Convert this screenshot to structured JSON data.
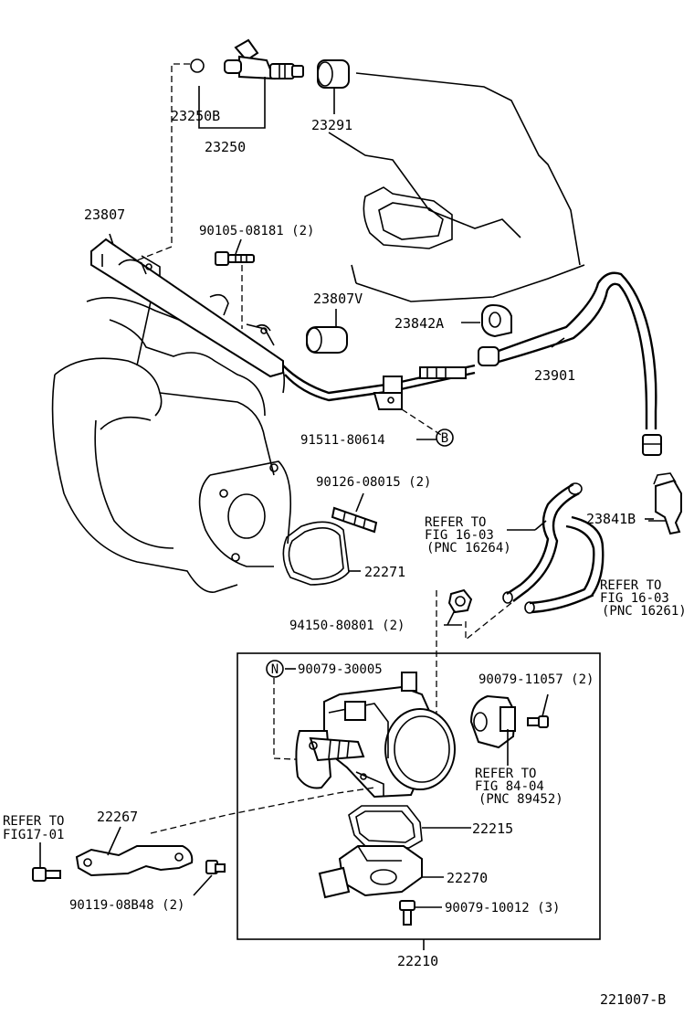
{
  "diagram_id": "221007-B",
  "labels": {
    "p23250b": "23250B",
    "p23250": "23250",
    "p23291": "23291",
    "p23807": "23807",
    "p90105": "90105-08181 (2)",
    "p23807v": "23807V",
    "p23842a": "23842A",
    "p23901": "23901",
    "p91511": "91511-80614",
    "circle_b": "B",
    "p90126": "90126-08015 (2)",
    "refer1_l1": "REFER TO",
    "refer1_l2": "FIG 16-03",
    "refer1_l3": "(PNC 16264)",
    "p23841b": "23841B",
    "p22271": "22271",
    "refer2_l1": "REFER TO",
    "refer2_l2": "FIG 16-03",
    "refer2_l3": "(PNC 16261)",
    "p94150": "94150-80801 (2)",
    "circle_n": "N",
    "p90079_30005": "90079-30005",
    "p90079_11057": "90079-11057 (2)",
    "refer3_l1": "REFER TO",
    "refer3_l2": "FIG 84-04",
    "refer3_l3": "(PNC 89452)",
    "refer4_l1": "REFER TO",
    "refer4_l2": "FIG17-01",
    "p22267": "22267",
    "p22215": "22215",
    "p22270": "22270",
    "p90119": "90119-08B48 (2)",
    "p90079_10012": "90079-10012 (3)",
    "p22210": "22210"
  }
}
